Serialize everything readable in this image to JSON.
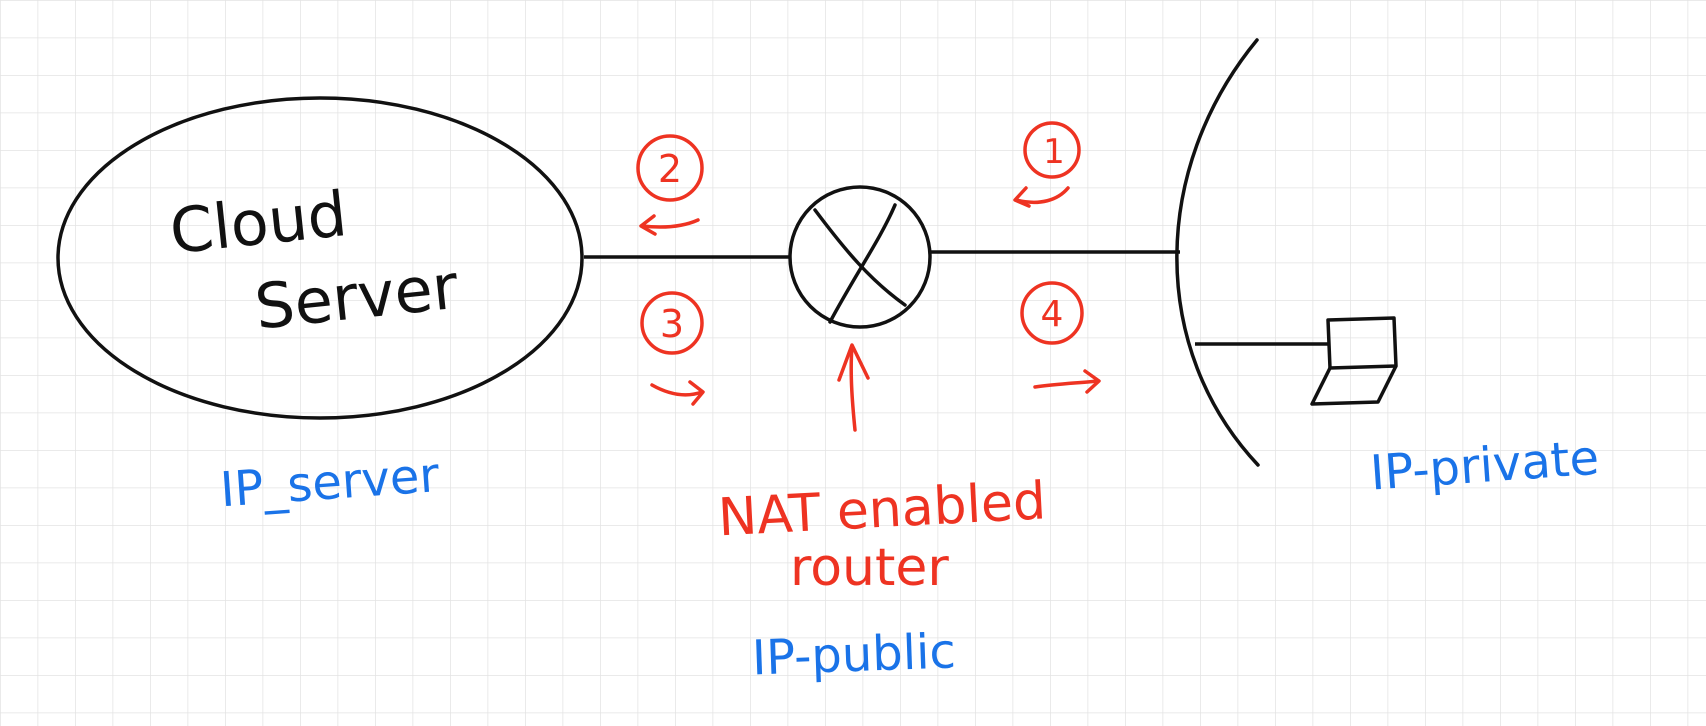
{
  "labels": {
    "cloud_line1": "Cloud",
    "cloud_line2": "Server",
    "ip_server": "IP_server",
    "ip_public": "IP-public",
    "ip_private": "IP-private",
    "nat_line1": "NAT enabled",
    "nat_line2": "router"
  },
  "steps": {
    "step1": "1",
    "step2": "2",
    "step3": "3",
    "step4": "4"
  },
  "colors": {
    "ink": "#111111",
    "annotation_red": "#ee3322",
    "ip_blue": "#1a73e8",
    "grid": "#e3e3e3",
    "background": "#ffffff"
  },
  "icons": {
    "router": "router-x-icon",
    "client": "laptop-icon"
  }
}
